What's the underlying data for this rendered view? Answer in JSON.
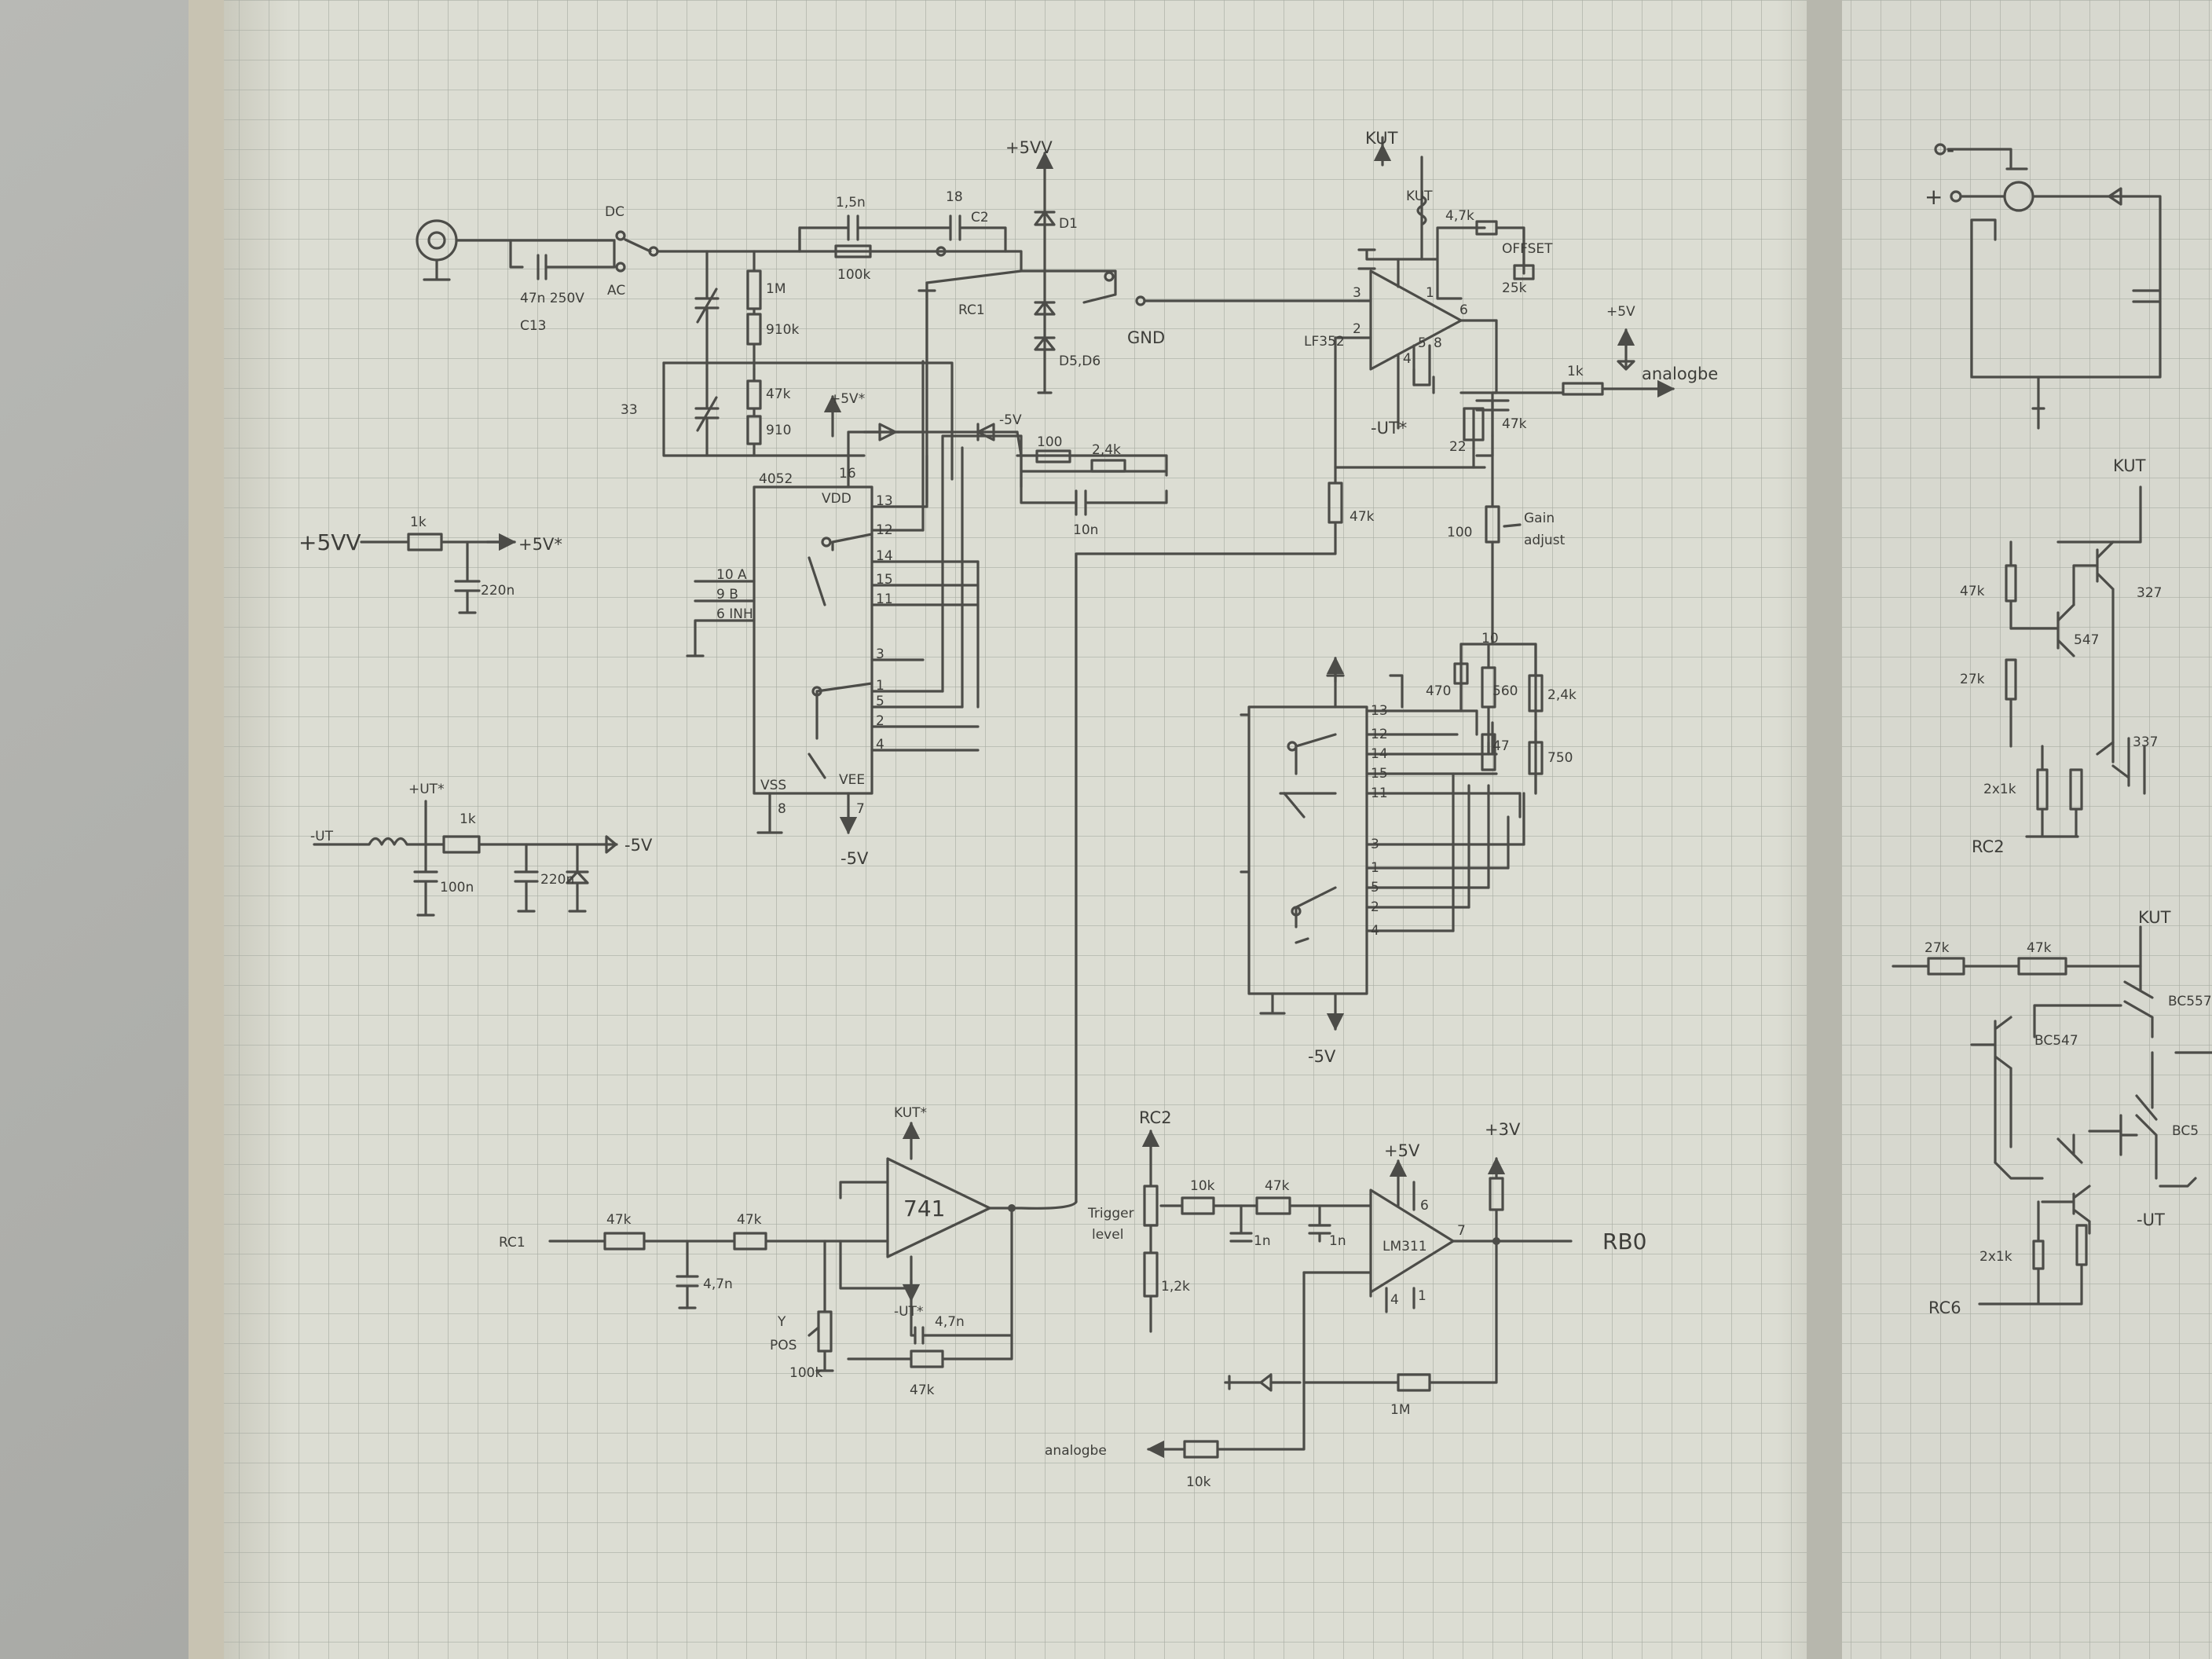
{
  "main_sheet": {
    "input": {
      "coupling_dc": "DC",
      "coupling_ac": "AC",
      "cap_c": "47n 250V",
      "cap_c_ref": "C13"
    },
    "attenuator": {
      "cap_top": "1,5n",
      "cap_top2": "18",
      "r_top": "100k",
      "cap_c2": "C2",
      "r1": "1M",
      "r2": "910k",
      "r3": "47k",
      "r4": "910",
      "trim": "33",
      "rc1": "RC1"
    },
    "clamp": {
      "supply": "+5VV",
      "diode_top": "D1",
      "diodes": "D5,D6",
      "gnd": "GND"
    },
    "mux_4052": {
      "name": "4052",
      "vdd": "VDD",
      "vss": "VSS",
      "vee": "VEE",
      "pin_vdd": "16",
      "pin_vss": "8",
      "pin_vee": "7",
      "pins_right": [
        "13",
        "12",
        "14",
        "15",
        "11",
        "3",
        "1",
        "5",
        "2",
        "4"
      ],
      "sel_a": "10 A",
      "sel_b": "9 B",
      "sel_inh": "6 INH",
      "supply_pos": "+5V*",
      "supply_neg": "-5V",
      "bottom_supply": "-5V"
    },
    "bias_net": {
      "r1": "100",
      "r2": "2,4k",
      "cap": "10n",
      "supply": "-5V"
    },
    "lf352": {
      "name": "LF352",
      "supply_top": "KUT",
      "supply_bottom": "-UT*",
      "inductor": "KUT",
      "r_offset": "4,7k",
      "pot_offset": "25k",
      "offset_label": "OFFSET",
      "pin3": "3",
      "pin2": "2",
      "pin6": "6",
      "pin1": "1",
      "pin4": "4",
      "pin5": "5",
      "pin8": "8",
      "cap_fb": "22",
      "r_fb": "47k",
      "r_in": "47k",
      "r_gain": "100",
      "gain_label_1": "Gain",
      "gain_label_2": "adjust",
      "out_r": "1k",
      "out_supply": "+5V",
      "out_label": "analogbe"
    },
    "gain_mux": {
      "r1": "470",
      "r2": "560",
      "r3": "2,4k",
      "r4": "47",
      "r5": "750",
      "r6": "10",
      "pins_right": [
        "13",
        "12",
        "14",
        "15",
        "11",
        "3",
        "1",
        "5",
        "2",
        "4"
      ],
      "bottom_supply": "-5V"
    },
    "power_filter_1": {
      "in": "+5VV",
      "r": "1k",
      "out": "+5V*",
      "cap": "220n"
    },
    "power_filter_2": {
      "top": "+UT*",
      "in": "-UT",
      "r": "1k",
      "cap1": "100n",
      "cap2": "220n",
      "out": "-5V"
    },
    "op741": {
      "name": "741",
      "supply_top": "KUT*",
      "supply_bottom": "-UT*",
      "input": "RC1",
      "r1": "47k",
      "cap1": "4,7n",
      "r2": "47k",
      "pot_label_1": "Y",
      "pot_label_2": "POS",
      "pot_value": "100k",
      "cap_fb": "4,7n",
      "r_fb": "47k"
    },
    "comparator": {
      "name": "LM311",
      "input": "RC2",
      "pot_label_1": "Trigger",
      "pot_label_2": "level",
      "r_bottom": "1,2k",
      "r1": "10k",
      "r2": "47k",
      "cap1": "1n",
      "cap2": "1n",
      "supply": "+5V",
      "supply_out": "+3V",
      "out_label": "RB0",
      "pin6": "6",
      "pin4": "4",
      "pin7": "7",
      "pin1": "1",
      "r_hyst": "1M",
      "r_analog": "10k",
      "analog_label": "analogbe"
    }
  },
  "right_sheet": {
    "input_minus": "-",
    "input_plus": "+",
    "kut_1": "KUT",
    "r_a": "47k",
    "r_b": "27k",
    "r_c": "2x1k",
    "q1": "327",
    "q2": "547",
    "q3": "337",
    "rc_label": "RC2",
    "kut_2": "KUT",
    "r_d": "27k",
    "r_e": "47k",
    "q4": "BC557",
    "q5": "BC547",
    "q6": "BC5",
    "r_f": "2x1k",
    "minus_ut": "-UT",
    "rc6": "RC6"
  }
}
